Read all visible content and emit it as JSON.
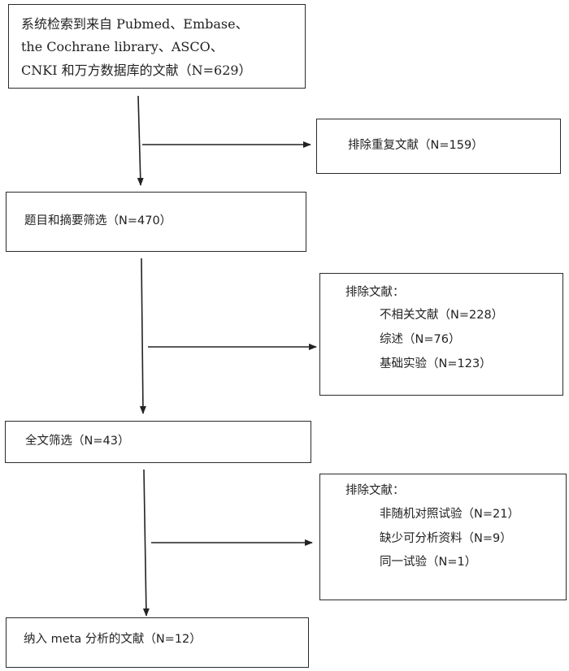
{
  "search_box": {
    "line1": "系统检索到来自 Pubmed、Embase、",
    "line2": "the Cochrane library、ASCO、",
    "line3": "CNKI 和万方数据库的文献（N=629）"
  },
  "duplicates_box": {
    "label": "排除重复文献（N=159）"
  },
  "title_abstract_box": {
    "label": "题目和摘要筛选（N=470）"
  },
  "excluded_1": {
    "heading": "排除文献：",
    "items": [
      "不相关文献（N=228）",
      "综述（N=76）",
      "基础实验（N=123）"
    ]
  },
  "fulltext_box": {
    "label": "全文筛选（N=43）"
  },
  "excluded_2": {
    "heading": "排除文献：",
    "items": [
      "非随机对照试验（N=21）",
      "缺少可分析资料（N=9）",
      "同一试验（N=1）"
    ]
  },
  "included_box": {
    "label": "纳入 meta 分析的文献（N=12）"
  }
}
